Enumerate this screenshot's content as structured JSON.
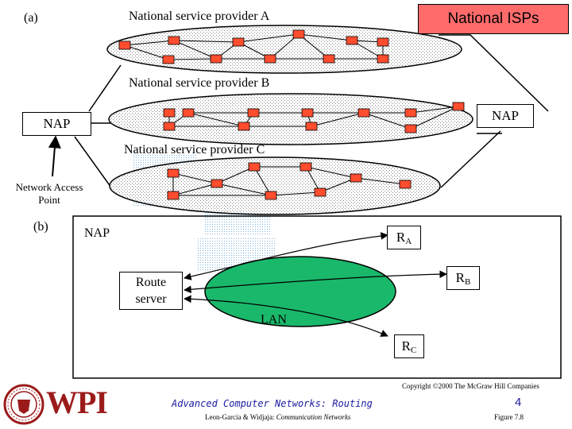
{
  "part_a_label": "(a)",
  "part_b_label": "(b)",
  "provider_a_label": "National service provider A",
  "provider_b_label": "National service provider B",
  "provider_c_label": "National service provider C",
  "national_isps_label": "National ISPs",
  "nap_left_label": "NAP",
  "nap_right_label": "NAP",
  "network_access_point_label": [
    "Network Access",
    "Point"
  ],
  "nap_b_label": "NAP",
  "router_a": {
    "main": "R",
    "sub": "A"
  },
  "router_b": {
    "main": "R",
    "sub": "B"
  },
  "router_c": {
    "main": "R",
    "sub": "C"
  },
  "route_server_label": [
    "Route",
    "server"
  ],
  "lan_label": "LAN",
  "copyright": "Copyright ©2000 The McGraw Hill Companies",
  "footer_title": "Advanced Computer Networks: Routing",
  "footer_authors": "Leon-Garcia & Widjaja:",
  "footer_book": "Communication Networks",
  "page_number": "4",
  "figure_label": "Figure 7.8",
  "logo_text": "WPI",
  "colors": {
    "router": "#ff4d2e",
    "lan": "#1ab86b",
    "isps_box": "#ff6b6b",
    "ellipse": "#e6e6e6",
    "footer_blue": "#1a1aa0",
    "wpi": "#9b1b1b"
  }
}
